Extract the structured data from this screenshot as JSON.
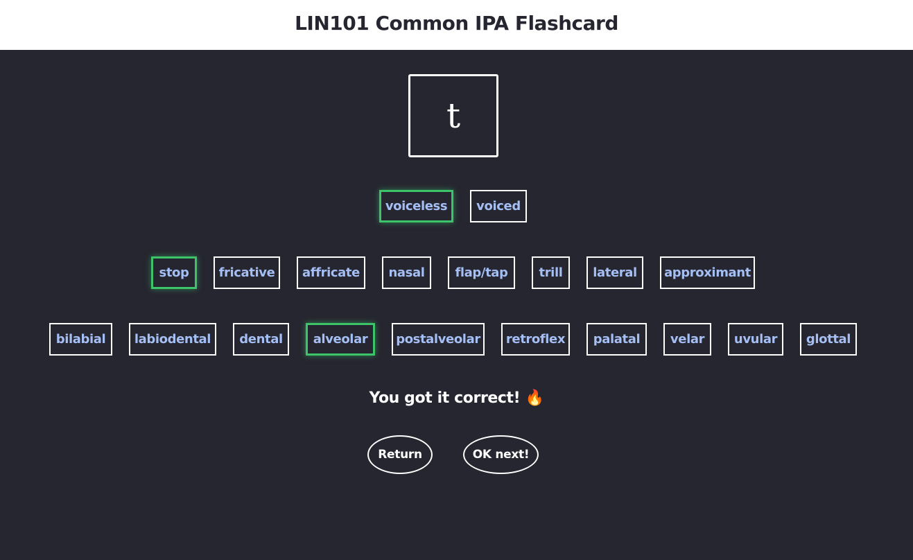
{
  "header": {
    "title": "LIN101 Common IPA Flashcard"
  },
  "card": {
    "symbol": "t"
  },
  "voicing": {
    "options": [
      {
        "label": "voiceless",
        "selected": true
      },
      {
        "label": "voiced",
        "selected": false
      }
    ]
  },
  "manner": {
    "options": [
      {
        "label": "stop",
        "selected": true
      },
      {
        "label": "fricative",
        "selected": false
      },
      {
        "label": "affricate",
        "selected": false
      },
      {
        "label": "nasal",
        "selected": false
      },
      {
        "label": "flap/tap",
        "selected": false
      },
      {
        "label": "trill",
        "selected": false
      },
      {
        "label": "lateral",
        "selected": false
      },
      {
        "label": "approximant",
        "selected": false
      }
    ]
  },
  "place": {
    "options": [
      {
        "label": "bilabial",
        "selected": false
      },
      {
        "label": "labiodental",
        "selected": false
      },
      {
        "label": "dental",
        "selected": false
      },
      {
        "label": "alveolar",
        "selected": true
      },
      {
        "label": "postalveolar",
        "selected": false
      },
      {
        "label": "retroflex",
        "selected": false
      },
      {
        "label": "palatal",
        "selected": false
      },
      {
        "label": "velar",
        "selected": false
      },
      {
        "label": "uvular",
        "selected": false
      },
      {
        "label": "glottal",
        "selected": false
      }
    ]
  },
  "feedback": {
    "text": "You got it correct! 🔥"
  },
  "actions": {
    "return_label": "Return",
    "next_label": "OK next!"
  },
  "colors": {
    "background": "#262630",
    "header_bg": "#ffffff",
    "option_text": "#a5bff5",
    "selected_border": "#3dc46a",
    "border": "#ffffff"
  }
}
